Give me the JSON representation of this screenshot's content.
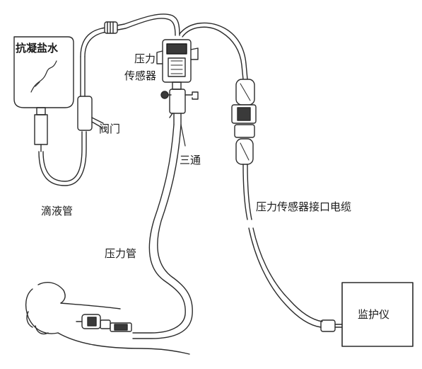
{
  "labels": {
    "saline": "抗凝盐水",
    "valve": "阀门",
    "drip_tube": "滴液管",
    "sensor_line1": "压力",
    "sensor_line2": "传感器",
    "three_way": "三通",
    "pressure_tube": "压力管",
    "cable": "压力传感器接口电缆",
    "monitor": "监护仪"
  },
  "colors": {
    "line": "#2b2b2b",
    "ink": "#1a1a1a",
    "shade": "#3a3a3a"
  }
}
